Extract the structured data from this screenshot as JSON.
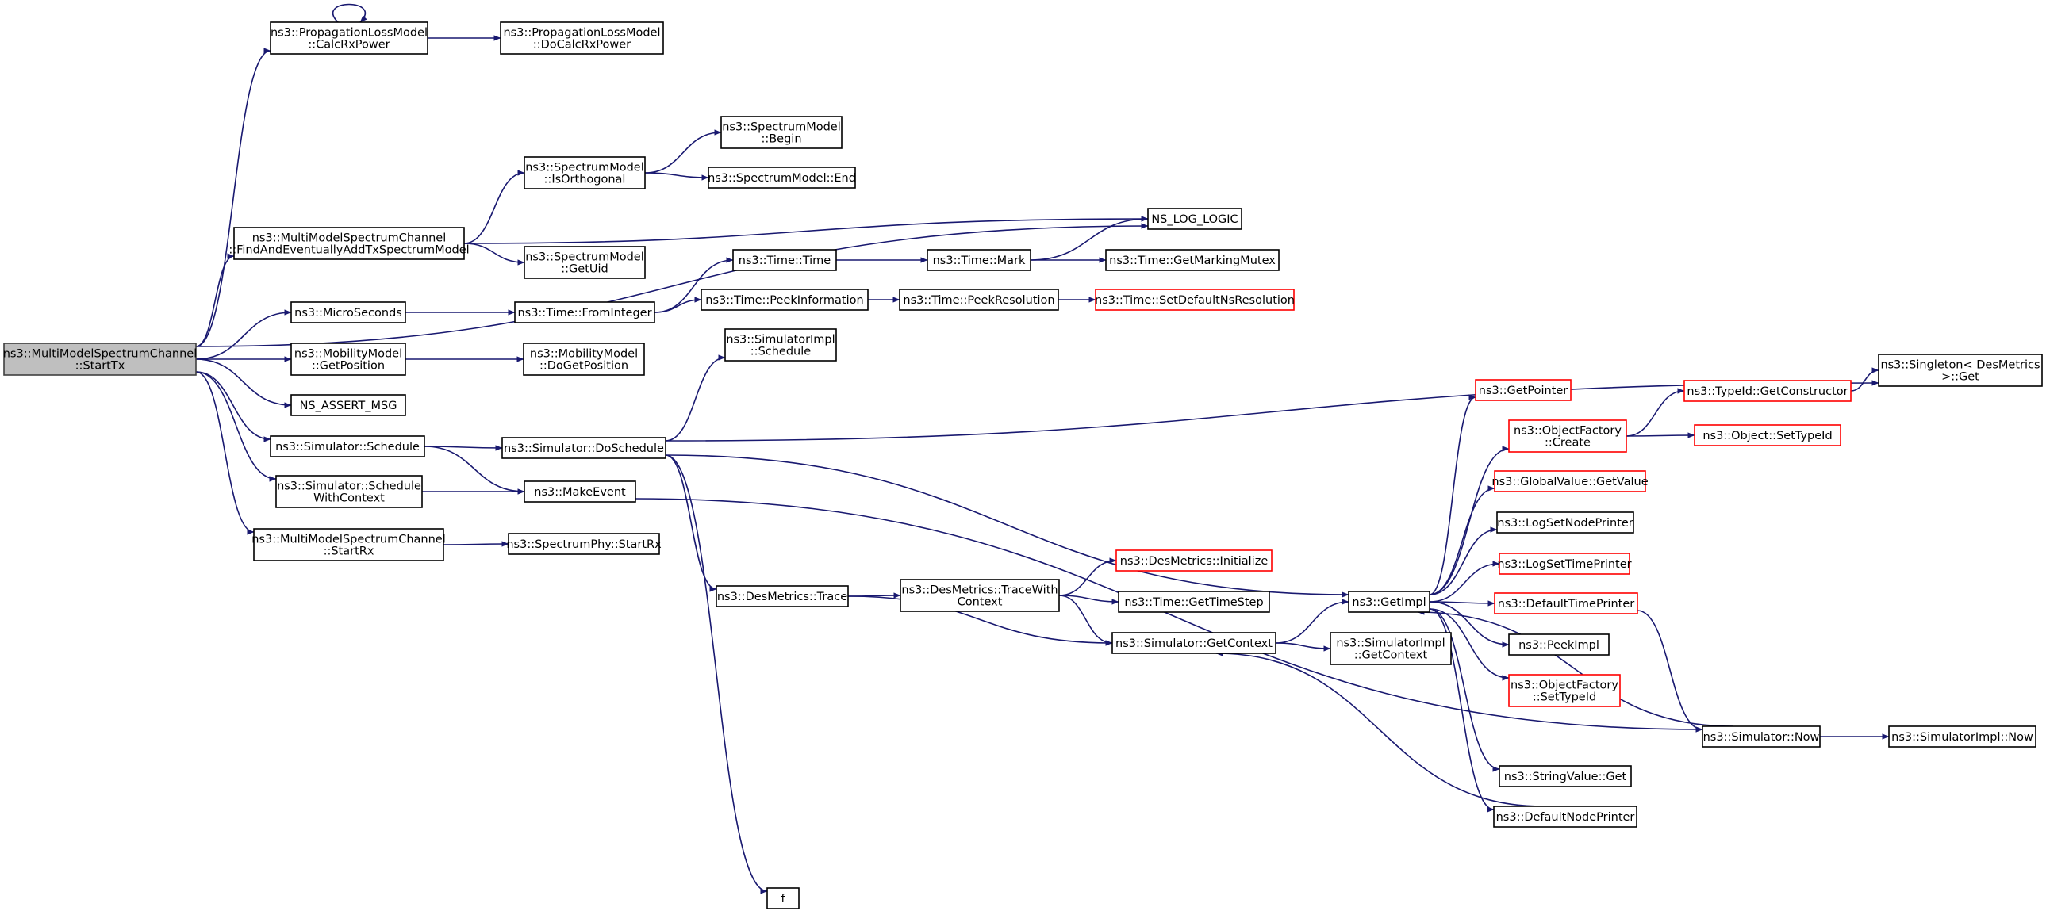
{
  "colors": {
    "edge": "#191970",
    "node_fill": "#ffffff",
    "node_border": "#000000",
    "node_border_incomplete": "#ff0000",
    "root_fill": "#bfbfbf",
    "root_border": "#404040"
  },
  "nodes": [
    {
      "id": "start_tx",
      "lines": [
        "ns3::MultiModelSpectrumChannel",
        "::StartTx"
      ],
      "style": "root"
    },
    {
      "id": "calc_rx_power",
      "lines": [
        "ns3::PropagationLossModel",
        "::CalcRxPower"
      ],
      "style": "normal"
    },
    {
      "id": "do_calc_rx_power",
      "lines": [
        "ns3::PropagationLossModel",
        "::DoCalcRxPower"
      ],
      "style": "normal"
    },
    {
      "id": "find_add_tx",
      "lines": [
        "ns3::MultiModelSpectrumChannel",
        "::FindAndEventuallyAddTxSpectrumModel"
      ],
      "style": "normal"
    },
    {
      "id": "is_orthogonal",
      "lines": [
        "ns3::SpectrumModel",
        "::IsOrthogonal"
      ],
      "style": "normal"
    },
    {
      "id": "sm_begin",
      "lines": [
        "ns3::SpectrumModel",
        "::Begin"
      ],
      "style": "normal"
    },
    {
      "id": "sm_end",
      "lines": [
        "ns3::SpectrumModel::End"
      ],
      "style": "normal"
    },
    {
      "id": "ns_log_logic",
      "lines": [
        "NS_LOG_LOGIC"
      ],
      "style": "normal"
    },
    {
      "id": "sm_get_uid",
      "lines": [
        "ns3::SpectrumModel",
        "::GetUid"
      ],
      "style": "normal"
    },
    {
      "id": "micro_seconds",
      "lines": [
        "ns3::MicroSeconds"
      ],
      "style": "normal"
    },
    {
      "id": "time_from_integer",
      "lines": [
        "ns3::Time::FromInteger"
      ],
      "style": "normal"
    },
    {
      "id": "time_time",
      "lines": [
        "ns3::Time::Time"
      ],
      "style": "normal"
    },
    {
      "id": "time_mark",
      "lines": [
        "ns3::Time::Mark"
      ],
      "style": "normal"
    },
    {
      "id": "time_get_marking_mutex",
      "lines": [
        "ns3::Time::GetMarkingMutex"
      ],
      "style": "normal"
    },
    {
      "id": "time_peek_information",
      "lines": [
        "ns3::Time::PeekInformation"
      ],
      "style": "normal"
    },
    {
      "id": "time_peek_resolution",
      "lines": [
        "ns3::Time::PeekResolution"
      ],
      "style": "normal"
    },
    {
      "id": "time_set_default_ns",
      "lines": [
        "ns3::Time::SetDefaultNsResolution"
      ],
      "style": "incomplete"
    },
    {
      "id": "mobility_get_position",
      "lines": [
        "ns3::MobilityModel",
        "::GetPosition"
      ],
      "style": "normal"
    },
    {
      "id": "mobility_do_get_position",
      "lines": [
        "ns3::MobilityModel",
        "::DoGetPosition"
      ],
      "style": "normal"
    },
    {
      "id": "ns_assert_msg",
      "lines": [
        "NS_ASSERT_MSG"
      ],
      "style": "normal"
    },
    {
      "id": "simulator_impl_schedule",
      "lines": [
        "ns3::SimulatorImpl",
        "::Schedule"
      ],
      "style": "normal"
    },
    {
      "id": "singleton_get",
      "lines": [
        "ns3::Singleton< DesMetrics",
        ">::Get"
      ],
      "style": "normal"
    },
    {
      "id": "simulator_schedule",
      "lines": [
        "ns3::Simulator::Schedule"
      ],
      "style": "normal"
    },
    {
      "id": "simulator_do_schedule",
      "lines": [
        "ns3::Simulator::DoSchedule"
      ],
      "style": "normal"
    },
    {
      "id": "simulator_schedule_with_context",
      "lines": [
        "ns3::Simulator::Schedule",
        "WithContext"
      ],
      "style": "normal"
    },
    {
      "id": "make_event",
      "lines": [
        "ns3::MakeEvent"
      ],
      "style": "normal"
    },
    {
      "id": "mm_start_rx",
      "lines": [
        "ns3::MultiModelSpectrumChannel",
        "::StartRx"
      ],
      "style": "normal"
    },
    {
      "id": "spectrum_phy_start_rx",
      "lines": [
        "ns3::SpectrumPhy::StartRx"
      ],
      "style": "normal"
    },
    {
      "id": "des_metrics_trace",
      "lines": [
        "ns3::DesMetrics::Trace"
      ],
      "style": "normal"
    },
    {
      "id": "des_metrics_trace_with_context",
      "lines": [
        "ns3::DesMetrics::TraceWith",
        "Context"
      ],
      "style": "normal"
    },
    {
      "id": "des_metrics_initialize",
      "lines": [
        "ns3::DesMetrics::Initialize"
      ],
      "style": "incomplete"
    },
    {
      "id": "time_get_time_step",
      "lines": [
        "ns3::Time::GetTimeStep"
      ],
      "style": "normal"
    },
    {
      "id": "simulator_get_context",
      "lines": [
        "ns3::Simulator::GetContext"
      ],
      "style": "normal"
    },
    {
      "id": "simulator_impl_get_context",
      "lines": [
        "ns3::SimulatorImpl",
        "::GetContext"
      ],
      "style": "normal"
    },
    {
      "id": "get_impl",
      "lines": [
        "ns3::GetImpl"
      ],
      "style": "normal"
    },
    {
      "id": "get_pointer",
      "lines": [
        "ns3::GetPointer"
      ],
      "style": "incomplete"
    },
    {
      "id": "object_factory_create",
      "lines": [
        "ns3::ObjectFactory",
        "::Create"
      ],
      "style": "incomplete"
    },
    {
      "id": "type_id_get_constructor",
      "lines": [
        "ns3::TypeId::GetConstructor"
      ],
      "style": "incomplete"
    },
    {
      "id": "object_set_type_id",
      "lines": [
        "ns3::Object::SetTypeId"
      ],
      "style": "incomplete"
    },
    {
      "id": "global_value_get_value",
      "lines": [
        "ns3::GlobalValue::GetValue"
      ],
      "style": "incomplete"
    },
    {
      "id": "log_set_node_printer",
      "lines": [
        "ns3::LogSetNodePrinter"
      ],
      "style": "normal"
    },
    {
      "id": "log_set_time_printer",
      "lines": [
        "ns3::LogSetTimePrinter"
      ],
      "style": "incomplete"
    },
    {
      "id": "default_time_printer",
      "lines": [
        "ns3::DefaultTimePrinter"
      ],
      "style": "incomplete"
    },
    {
      "id": "peek_impl",
      "lines": [
        "ns3::PeekImpl"
      ],
      "style": "normal"
    },
    {
      "id": "object_factory_set_type_id",
      "lines": [
        "ns3::ObjectFactory",
        "::SetTypeId"
      ],
      "style": "incomplete"
    },
    {
      "id": "simulator_now",
      "lines": [
        "ns3::Simulator::Now"
      ],
      "style": "normal"
    },
    {
      "id": "simulator_impl_now",
      "lines": [
        "ns3::SimulatorImpl::Now"
      ],
      "style": "normal"
    },
    {
      "id": "string_value_get",
      "lines": [
        "ns3::StringValue::Get"
      ],
      "style": "normal"
    },
    {
      "id": "default_node_printer",
      "lines": [
        "ns3::DefaultNodePrinter"
      ],
      "style": "normal"
    },
    {
      "id": "f",
      "lines": [
        "f"
      ],
      "style": "normal"
    }
  ],
  "edges": [
    {
      "from": "start_tx",
      "to": "calc_rx_power"
    },
    {
      "from": "calc_rx_power",
      "to": "calc_rx_power"
    },
    {
      "from": "calc_rx_power",
      "to": "do_calc_rx_power"
    },
    {
      "from": "start_tx",
      "to": "ns_log_logic"
    },
    {
      "from": "start_tx",
      "to": "find_add_tx"
    },
    {
      "from": "find_add_tx",
      "to": "is_orthogonal"
    },
    {
      "from": "is_orthogonal",
      "to": "sm_begin"
    },
    {
      "from": "is_orthogonal",
      "to": "sm_end"
    },
    {
      "from": "find_add_tx",
      "to": "ns_log_logic"
    },
    {
      "from": "find_add_tx",
      "to": "sm_get_uid"
    },
    {
      "from": "start_tx",
      "to": "micro_seconds"
    },
    {
      "from": "micro_seconds",
      "to": "time_from_integer"
    },
    {
      "from": "time_from_integer",
      "to": "time_time"
    },
    {
      "from": "time_time",
      "to": "time_mark"
    },
    {
      "from": "time_mark",
      "to": "ns_log_logic"
    },
    {
      "from": "time_mark",
      "to": "time_get_marking_mutex"
    },
    {
      "from": "time_from_integer",
      "to": "time_peek_information"
    },
    {
      "from": "time_peek_information",
      "to": "time_peek_resolution"
    },
    {
      "from": "time_peek_resolution",
      "to": "time_set_default_ns"
    },
    {
      "from": "start_tx",
      "to": "mobility_get_position"
    },
    {
      "from": "mobility_get_position",
      "to": "mobility_do_get_position"
    },
    {
      "from": "start_tx",
      "to": "ns_assert_msg"
    },
    {
      "from": "start_tx",
      "to": "simulator_schedule"
    },
    {
      "from": "simulator_schedule",
      "to": "simulator_do_schedule"
    },
    {
      "from": "simulator_schedule",
      "to": "make_event"
    },
    {
      "from": "start_tx",
      "to": "simulator_schedule_with_context"
    },
    {
      "from": "simulator_schedule_with_context",
      "to": "make_event"
    },
    {
      "from": "start_tx",
      "to": "mm_start_rx"
    },
    {
      "from": "mm_start_rx",
      "to": "spectrum_phy_start_rx"
    },
    {
      "from": "simulator_do_schedule",
      "to": "simulator_impl_schedule"
    },
    {
      "from": "simulator_do_schedule",
      "to": "singleton_get"
    },
    {
      "from": "simulator_do_schedule",
      "to": "get_impl"
    },
    {
      "from": "simulator_do_schedule",
      "to": "des_metrics_trace"
    },
    {
      "from": "simulator_do_schedule",
      "to": "f"
    },
    {
      "from": "make_event",
      "to": "simulator_now"
    },
    {
      "from": "des_metrics_trace",
      "to": "des_metrics_trace_with_context"
    },
    {
      "from": "des_metrics_trace",
      "to": "simulator_get_context"
    },
    {
      "from": "des_metrics_trace_with_context",
      "to": "des_metrics_initialize"
    },
    {
      "from": "des_metrics_trace_with_context",
      "to": "time_get_time_step"
    },
    {
      "from": "des_metrics_trace_with_context",
      "to": "simulator_get_context"
    },
    {
      "from": "simulator_get_context",
      "to": "get_impl"
    },
    {
      "from": "simulator_get_context",
      "to": "simulator_impl_get_context"
    },
    {
      "from": "get_impl",
      "to": "get_pointer"
    },
    {
      "from": "get_impl",
      "to": "object_factory_create"
    },
    {
      "from": "object_factory_create",
      "to": "type_id_get_constructor"
    },
    {
      "from": "object_factory_create",
      "to": "object_set_type_id"
    },
    {
      "from": "type_id_get_constructor",
      "to": "singleton_get"
    },
    {
      "from": "get_impl",
      "to": "global_value_get_value"
    },
    {
      "from": "get_impl",
      "to": "log_set_node_printer"
    },
    {
      "from": "get_impl",
      "to": "log_set_time_printer"
    },
    {
      "from": "get_impl",
      "to": "default_time_printer"
    },
    {
      "from": "default_time_printer",
      "to": "simulator_now"
    },
    {
      "from": "get_impl",
      "to": "peek_impl"
    },
    {
      "from": "get_impl",
      "to": "object_factory_set_type_id"
    },
    {
      "from": "get_impl",
      "to": "string_value_get"
    },
    {
      "from": "get_impl",
      "to": "default_node_printer"
    },
    {
      "from": "default_node_printer",
      "to": "simulator_get_context"
    },
    {
      "from": "simulator_now",
      "to": "get_impl"
    },
    {
      "from": "simulator_now",
      "to": "simulator_impl_now"
    }
  ]
}
